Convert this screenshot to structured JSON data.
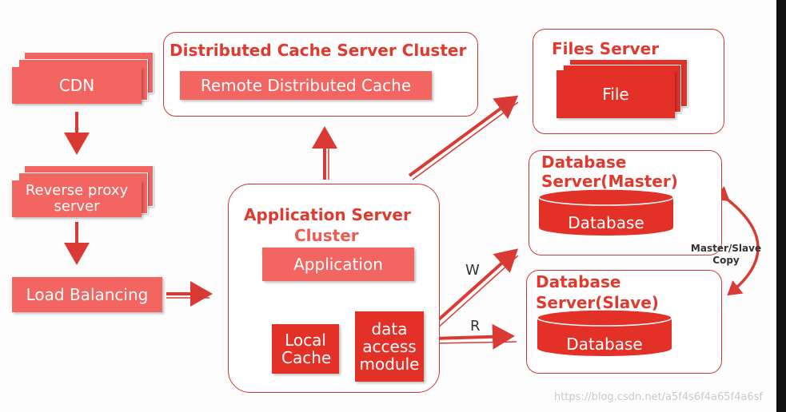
{
  "nodes": {
    "cdn": "CDN",
    "reverse_proxy": "Reverse proxy server",
    "load_balancing": "Load Balancing",
    "remote_cache": "Remote Distributed Cache",
    "application": "Application",
    "local_cache": "Local Cache",
    "data_access": "data access module",
    "file": "File",
    "db_master": "Database",
    "db_slave": "Database"
  },
  "clusters": {
    "cache_cluster": "Distributed Cache Server Cluster",
    "app_cluster_line1": "Application Server",
    "app_cluster_line2": "Cluster",
    "files_server": "Files Server",
    "db_master_line1": "Database",
    "db_master_line2": "Server(Master)",
    "db_slave_line1": "Database",
    "db_slave_line2": "Server(Slave)"
  },
  "edge_labels": {
    "write": "W",
    "read": "R",
    "replication_line1": "Master/Slave",
    "replication_line2": "Copy"
  },
  "watermark": "https://blog.csdn.net/a5f4s6f4a65f4a6sf",
  "colors": {
    "primary_red": "#f04a42",
    "light_red": "#f26560",
    "dark_red": "#e33128",
    "title_red": "#e03a2f",
    "border_red": "#cc3a33",
    "arrow_red": "#d93a33"
  }
}
